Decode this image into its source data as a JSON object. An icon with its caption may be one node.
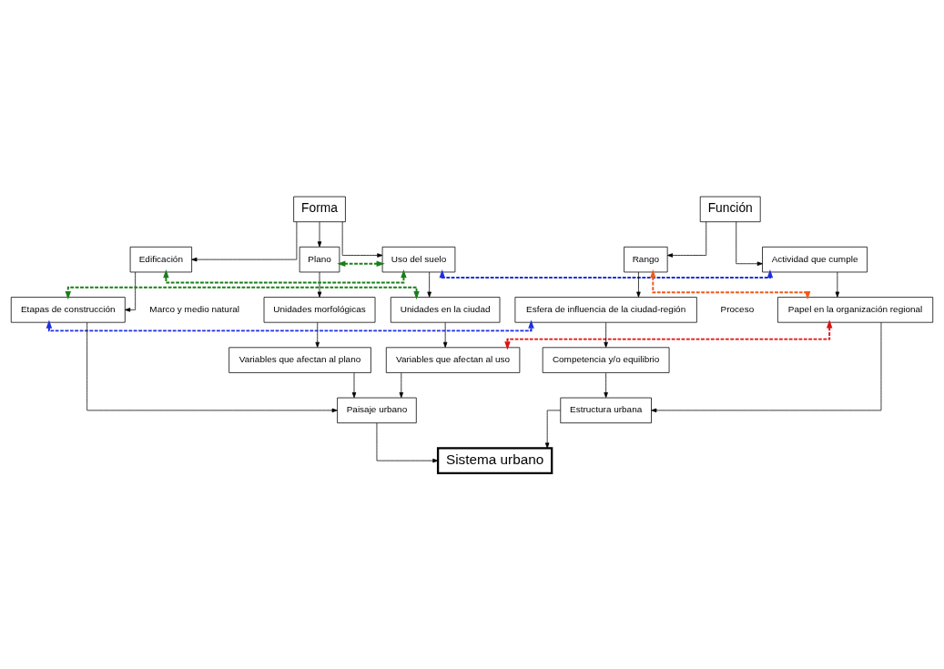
{
  "diagram": {
    "nodes": [
      {
        "text": [
          "Forma"
        ]
      },
      {
        "text": [
          "Función"
        ]
      },
      {
        "text": [
          "Plano"
        ]
      },
      {
        "text": [
          "Uso del suelo"
        ]
      },
      {
        "text": [
          "Edificación"
        ]
      },
      {
        "text": [
          "Actividad que cumple"
        ]
      },
      {
        "text": [
          "Rango"
        ]
      },
      {
        "text": [
          "Unidades morfológicas"
        ]
      },
      {
        "text": [
          "Unidades en la ciudad"
        ]
      },
      {
        "text": [
          "Etapas de construcción"
        ]
      },
      {
        "text": [
          "Papel en la organización regional"
        ]
      },
      {
        "text": [
          "Esfera de influencia de la ciudad-región"
        ]
      },
      {
        "text": [
          "Variables que afectan al plano"
        ]
      },
      {
        "text": [
          "Variables que afectan al uso"
        ]
      },
      {
        "text": [
          "Competencia y/o equilibrio"
        ]
      },
      {
        "text": [
          "Paisaje urbano"
        ]
      },
      {
        "text": [
          "Estructura urbana"
        ]
      },
      {
        "text": [
          "Sistema urbano"
        ]
      }
    ],
    "edges": [
      {
        "from": 0,
        "to": 2,
        "arrow": "to"
      },
      {
        "from": 0,
        "to": 3,
        "arrow": "to"
      },
      {
        "from": 0,
        "to": 4,
        "arrow": "to"
      },
      {
        "from": 1,
        "to": 5,
        "arrow": "to"
      },
      {
        "from": 1,
        "to": 6,
        "arrow": "to"
      },
      {
        "from": 2,
        "to": 3,
        "arrow": "both",
        "style": "dashed",
        "color": "#1a7f1a"
      },
      {
        "from": 3,
        "to": 4,
        "arrow": "both",
        "style": "dashed",
        "color": "#1a7f1a"
      },
      {
        "from": 3,
        "to": 5,
        "arrow": "both",
        "style": "dashed",
        "color": "#1f2fe0"
      },
      {
        "from": 6,
        "to": 10,
        "arrow": "both",
        "style": "dashed",
        "color": "#f05a1a"
      },
      {
        "from": 2,
        "to": 7,
        "arrow": "to"
      },
      {
        "from": 3,
        "to": 8,
        "arrow": "to"
      },
      {
        "from": 4,
        "to": 9,
        "arrow": "to"
      },
      {
        "from": 5,
        "to": 10,
        "arrow": "to"
      },
      {
        "from": 6,
        "to": 11,
        "arrow": "to"
      },
      {
        "from": 8,
        "to": 9,
        "arrow": "both",
        "style": "dashed",
        "color": "#1a7f1a"
      },
      {
        "from": 9,
        "to": 11,
        "arrow": "both",
        "style": "dashed",
        "color": "#1f2fe0"
      },
      {
        "from": 10,
        "to": 13,
        "arrow": "both",
        "style": "dashed",
        "color": "#e01010"
      },
      {
        "from": 7,
        "to": 12,
        "arrow": "to"
      },
      {
        "from": 8,
        "to": 13,
        "arrow": "to"
      },
      {
        "from": 11,
        "to": 14,
        "arrow": "to"
      },
      {
        "from": 12,
        "to": 15,
        "arrow": "to"
      },
      {
        "from": 13,
        "to": 15,
        "arrow": "to"
      },
      {
        "from": 9,
        "to": 15,
        "arrow": "to"
      },
      {
        "from": 10,
        "to": 16,
        "arrow": "to"
      },
      {
        "from": 14,
        "to": 16,
        "arrow": "to"
      },
      {
        "from": 15,
        "to": 17,
        "arrow": "to"
      },
      {
        "from": 16,
        "to": 17,
        "arrow": "to"
      }
    ],
    "labels": [
      "Marco y medio natural",
      "Proceso"
    ]
  }
}
